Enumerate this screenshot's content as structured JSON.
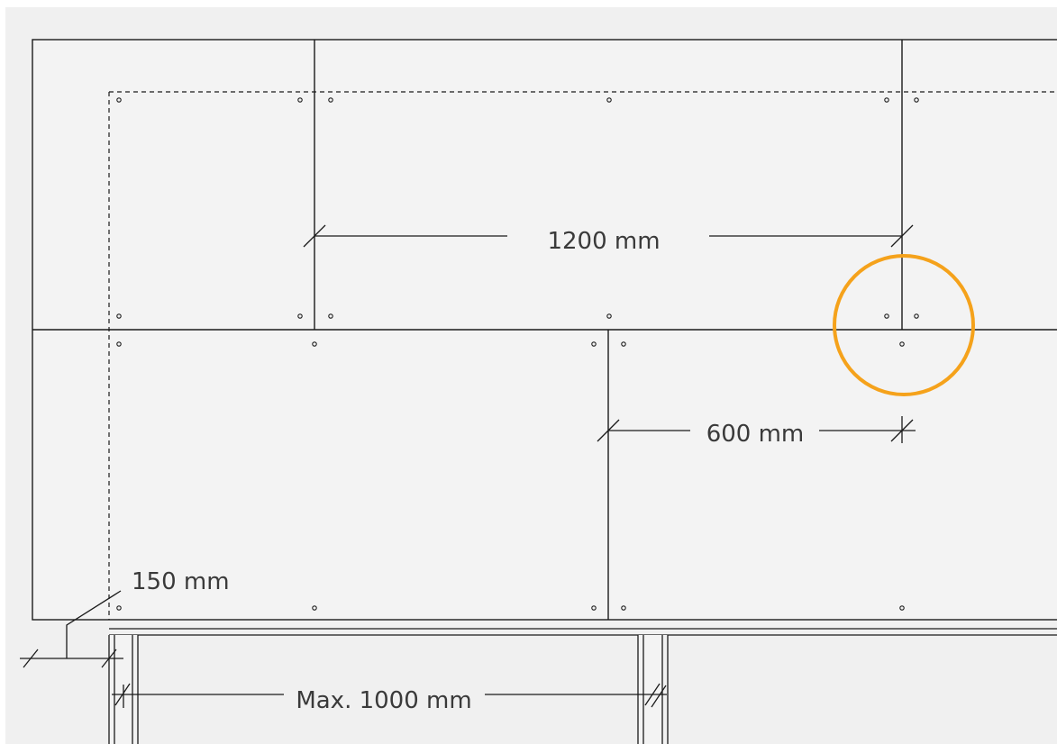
{
  "labels": {
    "dim_1200": "1200 mm",
    "dim_600": "600 mm",
    "dim_150": "150 mm",
    "dim_max_1000": "Max. 1000 mm"
  },
  "colors": {
    "background": "#f0f0f0",
    "board_fill": "#f3f3f3",
    "line": "#1a1a1a",
    "highlight_circle": "#f5a21b"
  }
}
